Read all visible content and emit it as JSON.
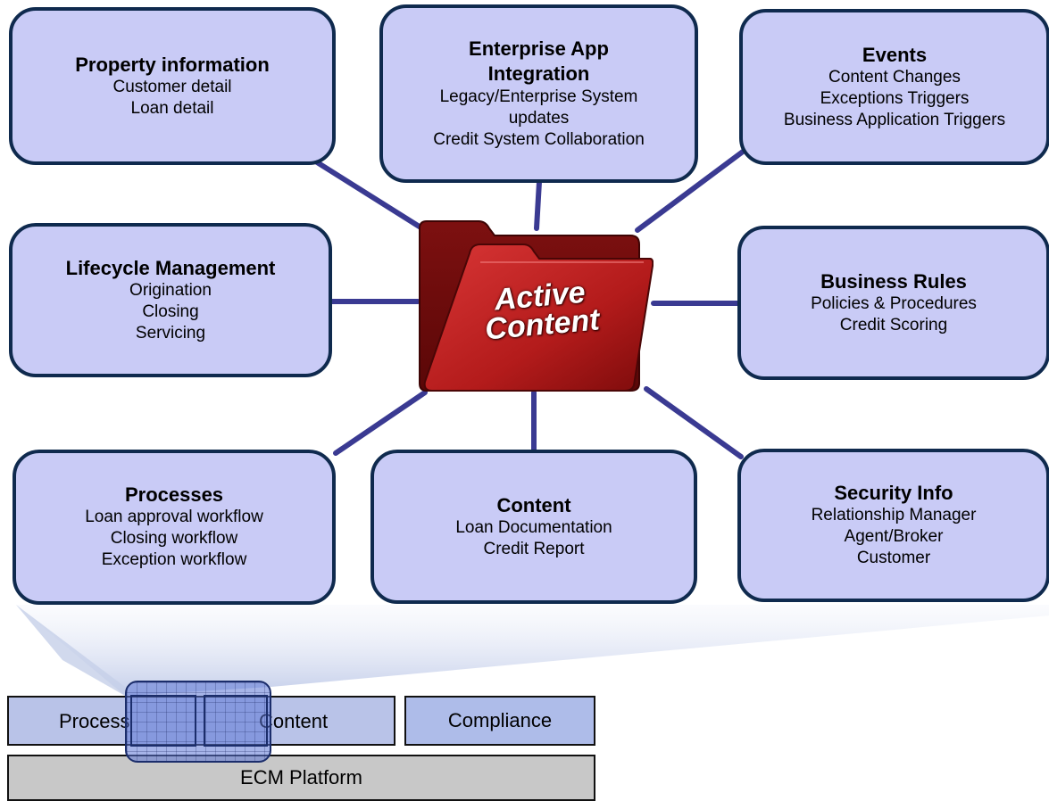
{
  "hub": {
    "label_line1": "Active",
    "label_line2": "Content"
  },
  "boxes": {
    "property": {
      "title": "Property information",
      "lines": [
        "Customer detail",
        "Loan detail"
      ]
    },
    "enterprise": {
      "title_line1": "Enterprise App",
      "title_line2": "Integration",
      "lines": [
        "Legacy/Enterprise System",
        "updates",
        "Credit System Collaboration"
      ]
    },
    "events": {
      "title": "Events",
      "lines": [
        "Content Changes",
        "Exceptions Triggers",
        "Business Application Triggers"
      ]
    },
    "lifecycle": {
      "title": "Lifecycle Management",
      "lines": [
        "Origination",
        "Closing",
        "Servicing"
      ]
    },
    "rules": {
      "title": "Business Rules",
      "lines": [
        "Policies & Procedures",
        "Credit Scoring"
      ]
    },
    "processes": {
      "title": "Processes",
      "lines": [
        "Loan approval workflow",
        "Closing workflow",
        "Exception workflow"
      ]
    },
    "content": {
      "title": "Content",
      "lines": [
        "Loan Documentation",
        "Credit Report"
      ]
    },
    "security": {
      "title": "Security Info",
      "lines": [
        "Relationship Manager",
        "Agent/Broker",
        "Customer"
      ]
    }
  },
  "platform": {
    "process": "Process",
    "content": "Content",
    "compliance": "Compliance",
    "ecm": "ECM Platform"
  },
  "colors": {
    "box_fill": "#c9cbf6",
    "box_border": "#0f2a4e",
    "connector": "#3a3a92",
    "folder_red": "#b01a1a"
  }
}
